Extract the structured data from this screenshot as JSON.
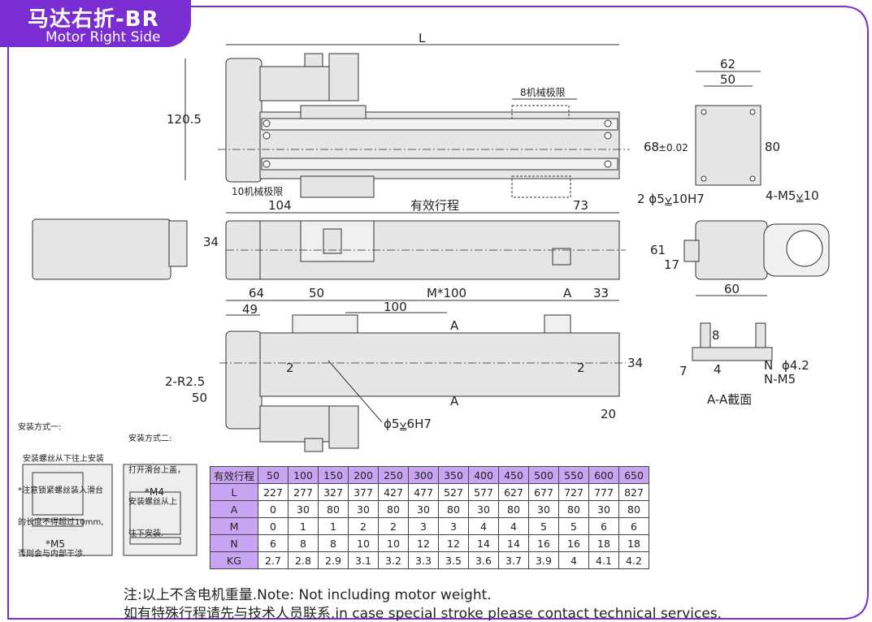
{
  "header": {
    "title_cn": "马达右折-BR",
    "title_en": "Motor Right Side"
  },
  "dims": {
    "L": "L",
    "h120": "120.5",
    "mech_limit8": "8机械极限",
    "mech_limit10": "10机械极限",
    "d104": "104",
    "stroke": "有效行程",
    "d73": "73",
    "d34a": "34",
    "d64": "64",
    "d50a": "50",
    "m100": "M*100",
    "A": "A",
    "d33": "33",
    "d49": "49",
    "d100": "100",
    "sec_a1": "A",
    "sec_a2": "A",
    "d34b": "34",
    "r25": "2-R2.5",
    "d2a": "2",
    "d2b": "2",
    "d50b": "50",
    "phi5h7": "ϕ5⩣6H7",
    "d20": "20",
    "d62": "62",
    "d50c": "50",
    "d68": "68",
    "tol": "±0.02",
    "d80": "80",
    "hole2": "2 ϕ5⩣10H7",
    "m5": "4-M5⩣10",
    "d61": "61",
    "d17": "17",
    "d60": "60",
    "s8": "8",
    "s7": "7",
    "s4": "4",
    "sN": "N",
    "sphi": "ϕ4.2",
    "sNM5": "N-M5",
    "section_title": "A-A截面"
  },
  "install": {
    "m1_lines": [
      "安装方式一:",
      "安装螺丝从下往上安装",
      "*注意锁紧螺丝装入滑台",
      "的长度不得超过10mm,",
      "否则会与内部干涉."
    ],
    "m2_lines": [
      "安装方式二:",
      "打开滑台上盖，",
      "安装螺丝从上",
      "往下安装."
    ],
    "m4": "*M4",
    "m5": "*M5"
  },
  "table": {
    "header_label": "有效行程",
    "strokes": [
      "50",
      "100",
      "150",
      "200",
      "250",
      "300",
      "350",
      "400",
      "450",
      "500",
      "550",
      "600",
      "650"
    ],
    "rows": [
      {
        "label": "L",
        "values": [
          "227",
          "277",
          "327",
          "377",
          "427",
          "477",
          "527",
          "577",
          "627",
          "677",
          "727",
          "777",
          "827"
        ]
      },
      {
        "label": "A",
        "values": [
          "0",
          "30",
          "80",
          "30",
          "80",
          "30",
          "80",
          "30",
          "80",
          "30",
          "80",
          "30",
          "80"
        ]
      },
      {
        "label": "M",
        "values": [
          "0",
          "1",
          "1",
          "2",
          "2",
          "3",
          "3",
          "4",
          "4",
          "5",
          "5",
          "6",
          "6"
        ]
      },
      {
        "label": "N",
        "values": [
          "6",
          "8",
          "8",
          "10",
          "10",
          "12",
          "12",
          "14",
          "14",
          "16",
          "16",
          "18",
          "18"
        ]
      },
      {
        "label": "KG",
        "values": [
          "2.7",
          "2.8",
          "2.9",
          "3.1",
          "3.2",
          "3.3",
          "3.5",
          "3.6",
          "3.7",
          "3.9",
          "4",
          "4.1",
          "4.2"
        ]
      }
    ]
  },
  "footer": {
    "note1": "注:以上不含电机重量.Note: Not including motor weight.",
    "note2": "如有特殊行程请先与技术人员联系.in case special stroke please contact technical services."
  },
  "colors": {
    "accent": "#7a2dd0",
    "table_header": "#c9a4f2",
    "body_gray": "#e4e4e4"
  }
}
